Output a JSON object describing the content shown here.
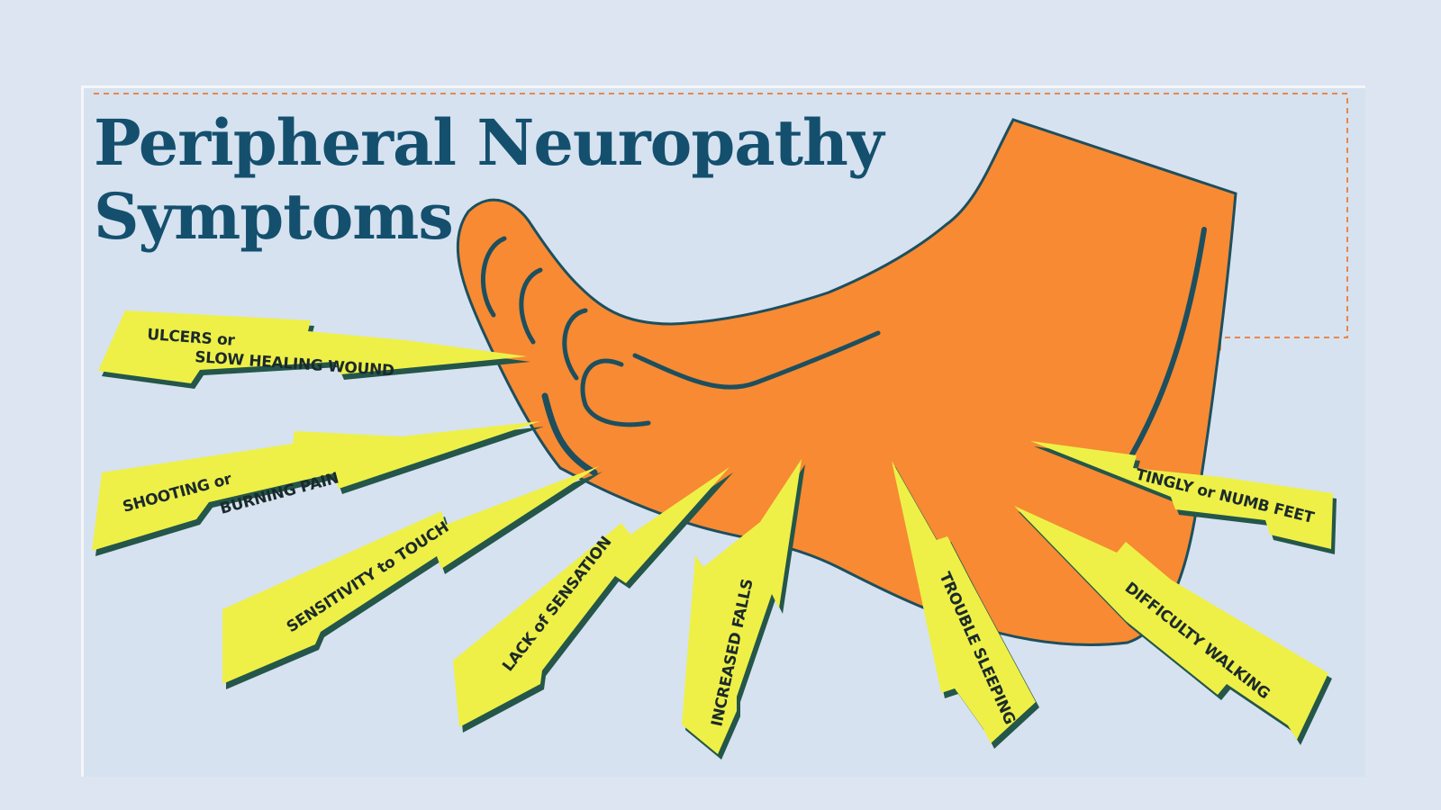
{
  "title": {
    "line1": "Peripheral Neuropathy",
    "line2": "Symptoms"
  },
  "colors": {
    "background": "#dce5f1",
    "panel": "#d6e2f0",
    "title": "#14506e",
    "foot": "#f78a33",
    "foot_outline": "#1d4f5e",
    "bolt": "#eef047",
    "bolt_shadow": "#24564a",
    "pointer": "#e9874a"
  },
  "symptoms": {
    "ulcers": {
      "line1": "ULCERS or",
      "line2": "SLOW HEALING WOUND"
    },
    "shooting": {
      "line1": "SHOOTING or",
      "line2": "BURNING PAIN"
    },
    "sensitivity": {
      "line1": "SENSITIVITY to TOUCH"
    },
    "lack": {
      "line1": "LACK of SENSATION"
    },
    "falls": {
      "line1": "INCREASED FALLS"
    },
    "sleeping": {
      "line1": "TROUBLE SLEEPING"
    },
    "walking": {
      "line1": "DIFFICULTY WALKING"
    },
    "tingly": {
      "line1": "TINGLY or NUMB FEET"
    }
  }
}
